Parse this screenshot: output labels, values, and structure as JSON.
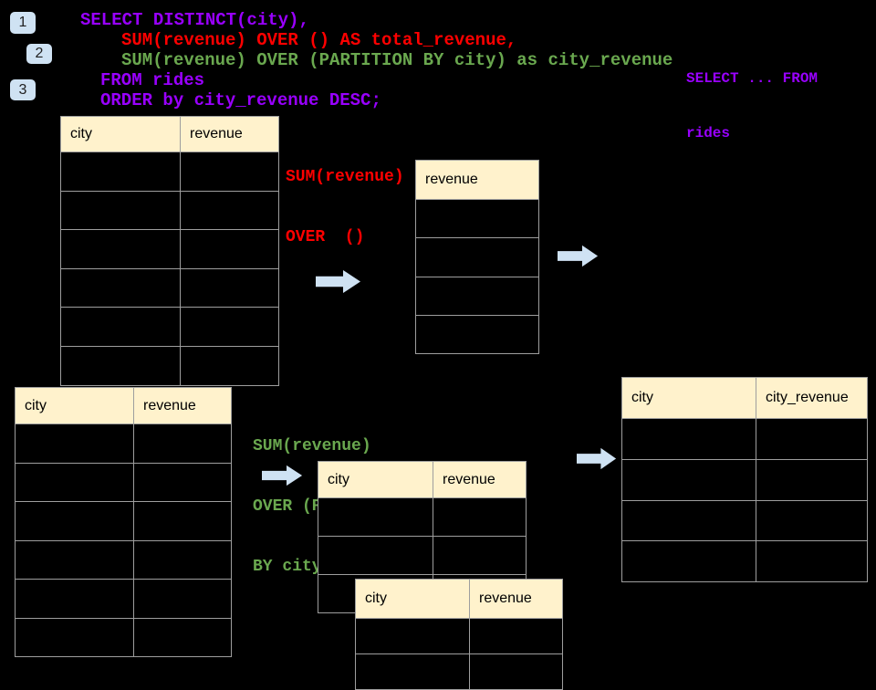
{
  "colors": {
    "background": "#000000",
    "sql_purple": "#9900FF",
    "sql_red": "#FF0000",
    "sql_green": "#6AA84F",
    "badge_bg": "#CFE2F3",
    "arrow_fill": "#CFE2F3",
    "table_header_bg": "#FFF2CC",
    "table_border": "#9E9E9E"
  },
  "badges": [
    {
      "label": "1"
    },
    {
      "label": "2"
    },
    {
      "label": "3"
    }
  ],
  "sql_code": {
    "lines": [
      {
        "text": "SELECT DISTINCT(city),",
        "color": "#9900FF"
      },
      {
        "text": "SUM(revenue) OVER () AS total_revenue,",
        "color": "#FF0000"
      },
      {
        "text": "SUM(revenue) OVER (PARTITION BY city) as city_revenue",
        "color": "#6AA84F"
      },
      {
        "text": "FROM rides",
        "color": "#9900FF"
      },
      {
        "text": "ORDER by city_revenue DESC;",
        "color": "#9900FF"
      }
    ]
  },
  "side_note": {
    "color": "#9900FF",
    "lines": [
      {
        "text": "SELECT ... FROM"
      },
      {
        "text": "rides"
      }
    ]
  },
  "annotation_total": {
    "color": "#FF0000",
    "lines": [
      {
        "text": "SUM(revenue)"
      },
      {
        "text": "OVER  ()"
      }
    ]
  },
  "annotation_partition": {
    "color": "#6AA84F",
    "lines": [
      {
        "text": "SUM(revenue)"
      },
      {
        "text": "OVER (PARTITION"
      },
      {
        "text": "BY city)"
      }
    ]
  },
  "tables": {
    "source_top": {
      "columns": [
        "city",
        "revenue"
      ],
      "empty_rows": 6
    },
    "total_revenue_result": {
      "columns": [
        "revenue"
      ],
      "empty_rows": 4
    },
    "source_bottom": {
      "columns": [
        "city",
        "revenue"
      ],
      "empty_rows": 6
    },
    "partition_back": {
      "columns": [
        "city",
        "revenue"
      ],
      "empty_rows": 3
    },
    "partition_front": {
      "columns": [
        "city",
        "revenue"
      ],
      "empty_rows": 2
    },
    "city_revenue_result": {
      "columns": [
        "city",
        "city_revenue"
      ],
      "empty_rows": 4
    }
  }
}
